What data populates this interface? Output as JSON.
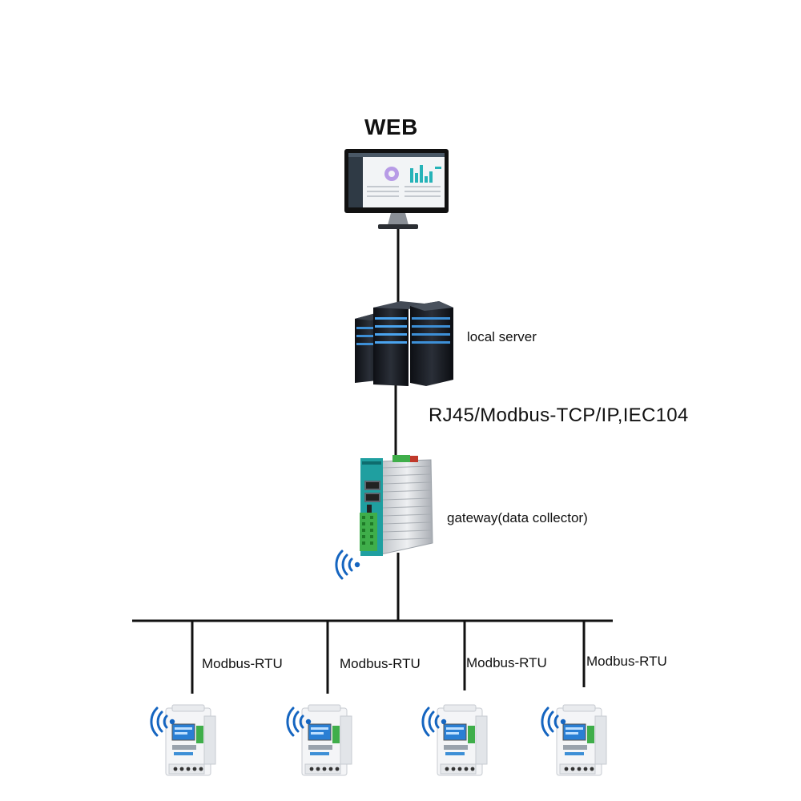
{
  "web": {
    "title": "WEB"
  },
  "server": {
    "label": "local server"
  },
  "link": {
    "protocol": "RJ45/Modbus-TCP/IP,IEC104"
  },
  "gateway": {
    "label": "gateway(data collector)"
  },
  "meters": [
    {
      "protocol": "Modbus-RTU"
    },
    {
      "protocol": "Modbus-RTU"
    },
    {
      "protocol": "Modbus-RTU"
    },
    {
      "protocol": "Modbus-RTU"
    }
  ],
  "icons": {
    "monitor": "monitor-icon",
    "server": "server-rack-icon",
    "gateway": "gateway-device-icon",
    "wireless": "wifi-signal-icon",
    "meter": "energy-meter-icon"
  },
  "colors": {
    "line": "#111111",
    "server_accent": "#3d8fd6",
    "gateway_teal": "#1f9fa0",
    "terminal_green": "#3fae4a",
    "wifi_blue": "#1565c0",
    "meter_lcd": "#2a7fd4"
  }
}
